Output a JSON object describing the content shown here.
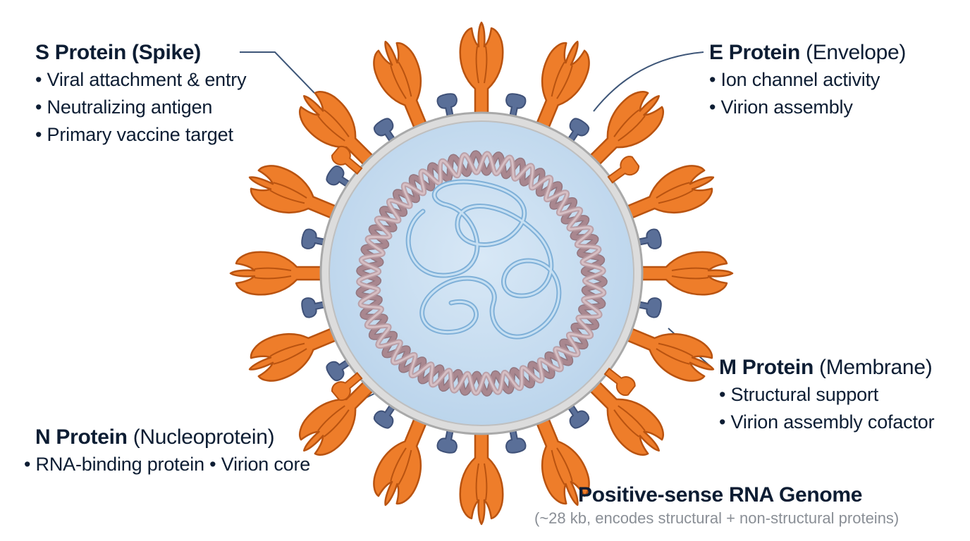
{
  "colors": {
    "spike_fill": "#ee7d2a",
    "spike_stroke": "#b95310",
    "membrane_protein": "#5a6f98",
    "envelope_outer": "#d9d9d9",
    "interior": "#cfe1f2",
    "nucleocapsid": "#a9878f",
    "rna": "#9cc4e4",
    "leader_line": "#3e5678"
  },
  "labels": {
    "s_protein": {
      "title_bold": "S Protein (Spike)",
      "bullets": [
        "• Viral attachment & entry",
        "• Neutralizing antigen",
        "• Primary vaccine target"
      ]
    },
    "e_protein": {
      "title_bold": "E Protein",
      "title_sub": " (Envelope)",
      "bullets": [
        "• Ion channel activity",
        "• Virion assembly"
      ]
    },
    "m_protein": {
      "title_bold": "M Protein",
      "title_sub": " (Membrane)",
      "bullets": [
        "• Structural support",
        "• Virion assembly cofactor"
      ]
    },
    "n_protein": {
      "title_bold": "N Protein",
      "title_sub": " (Nucleoprotein)",
      "bullets": [
        "• RNA-binding protein • Virion core"
      ]
    },
    "rna_genome": {
      "title_bold": "Positive-sense RNA Genome",
      "note": "(~28 kb, encodes structural + non-structural proteins)"
    }
  },
  "structure": {
    "spike_count": 16,
    "m_protein_count": 16
  }
}
